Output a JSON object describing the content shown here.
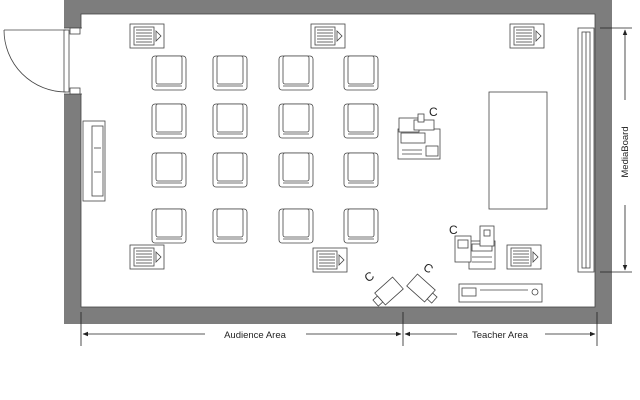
{
  "dimensions": {
    "audience_label": "Audience Area",
    "teacher_label": "Teacher Area",
    "mediaboard_label": "MediaBoard"
  },
  "equipment": {
    "camera_symbol": "C"
  },
  "colors": {
    "wall": "#7d7d7d",
    "line": "#444444",
    "floor": "#ffffff"
  },
  "icons": [
    "chair-icon",
    "speaker-icon",
    "camera-icon",
    "desk-icon",
    "door-icon",
    "cabinet-icon",
    "projector-icon"
  ]
}
